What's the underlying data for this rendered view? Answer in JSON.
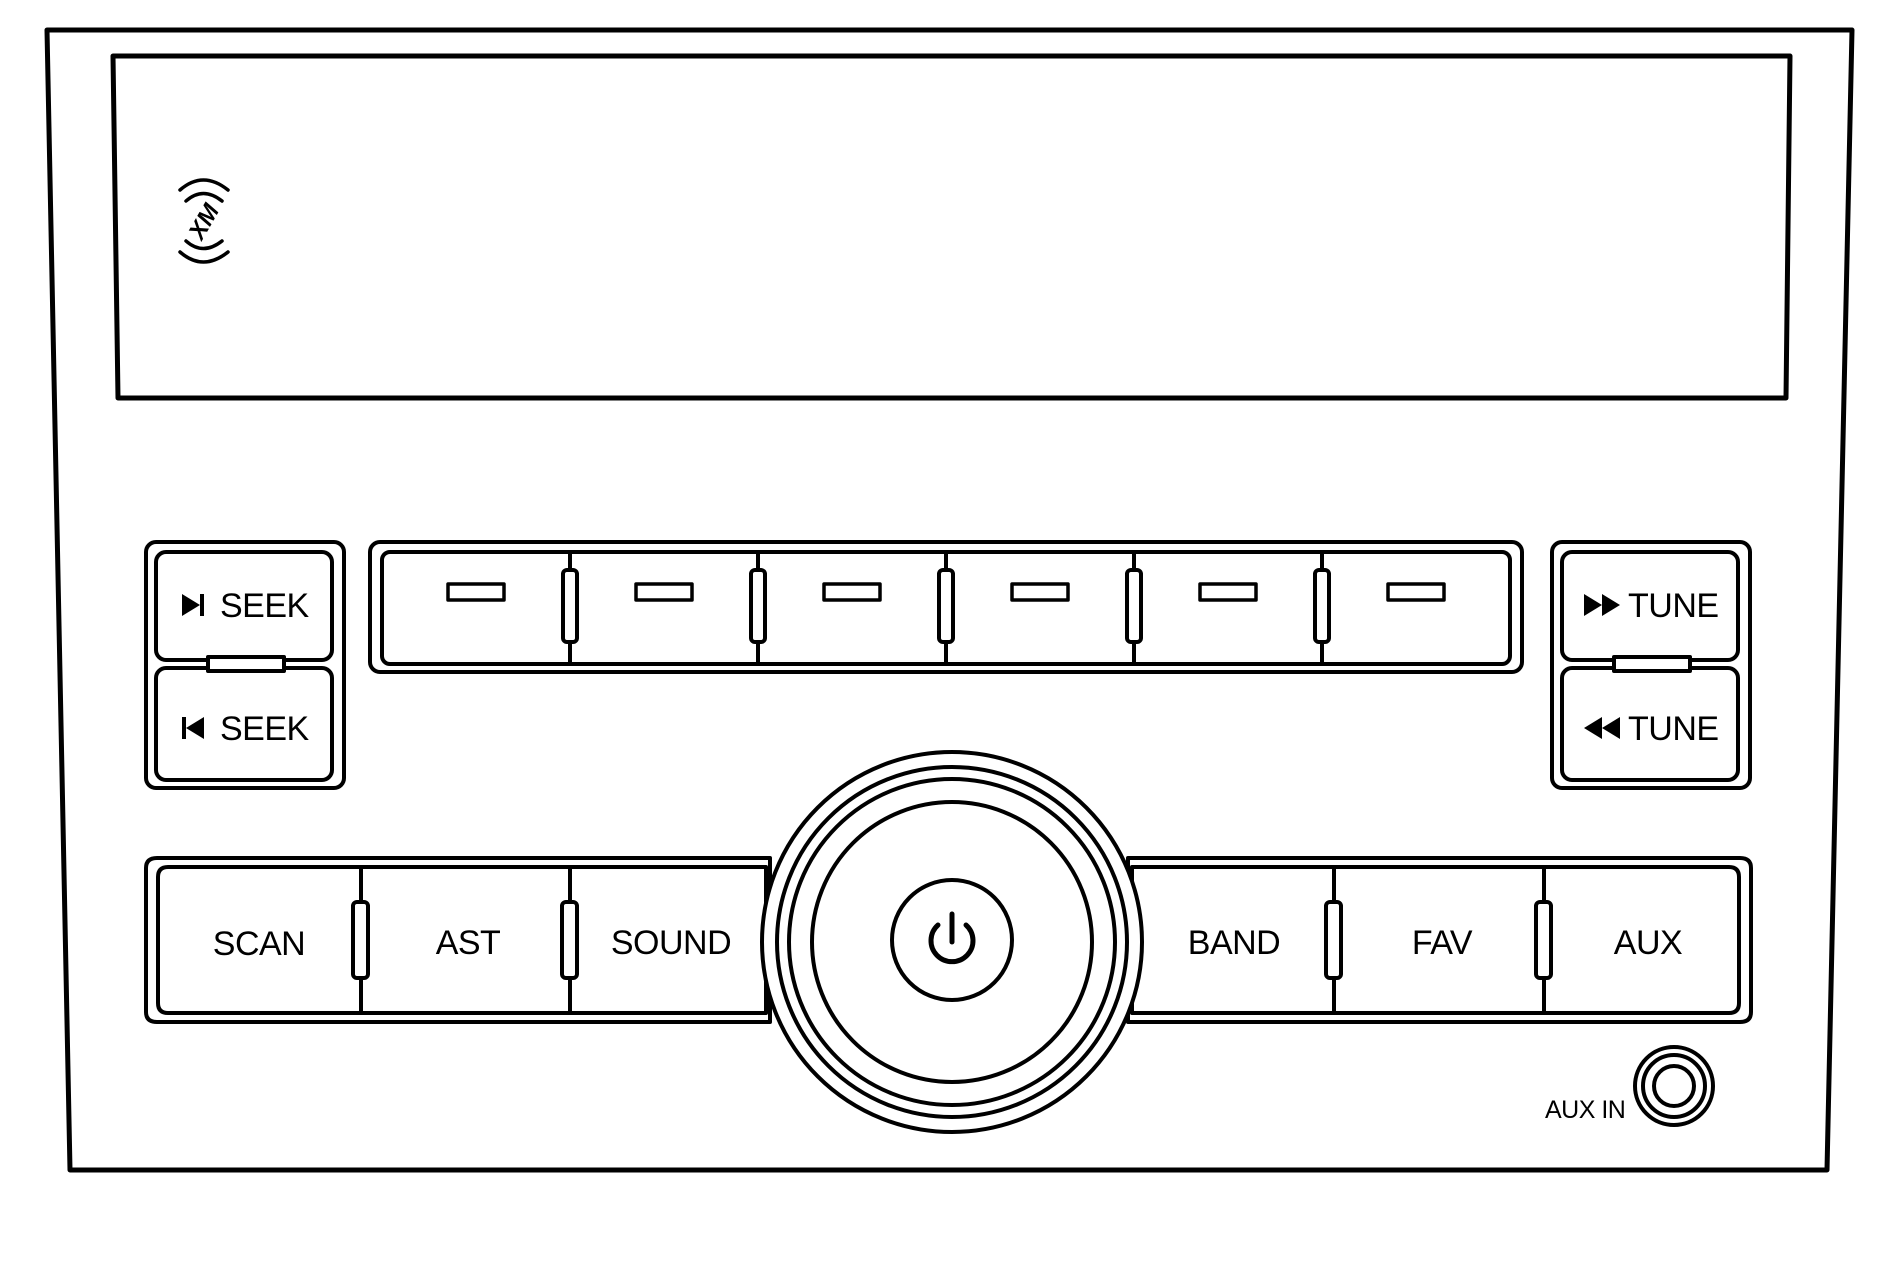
{
  "radio": {
    "display": {
      "logo_text": "XM"
    },
    "seek": {
      "next_label": "SEEK",
      "prev_label": "SEEK"
    },
    "tune": {
      "forward_label": "TUNE",
      "back_label": "TUNE"
    },
    "presets": {
      "count": 6
    },
    "bottom_left": {
      "scan_label": "SCAN",
      "ast_label": "AST",
      "sound_label": "SOUND"
    },
    "bottom_right": {
      "band_label": "BAND",
      "fav_label": "FAV",
      "aux_label": "AUX"
    },
    "aux_in": {
      "label": "AUX IN"
    },
    "colors": {
      "line": "#000000",
      "background": "#ffffff"
    }
  }
}
